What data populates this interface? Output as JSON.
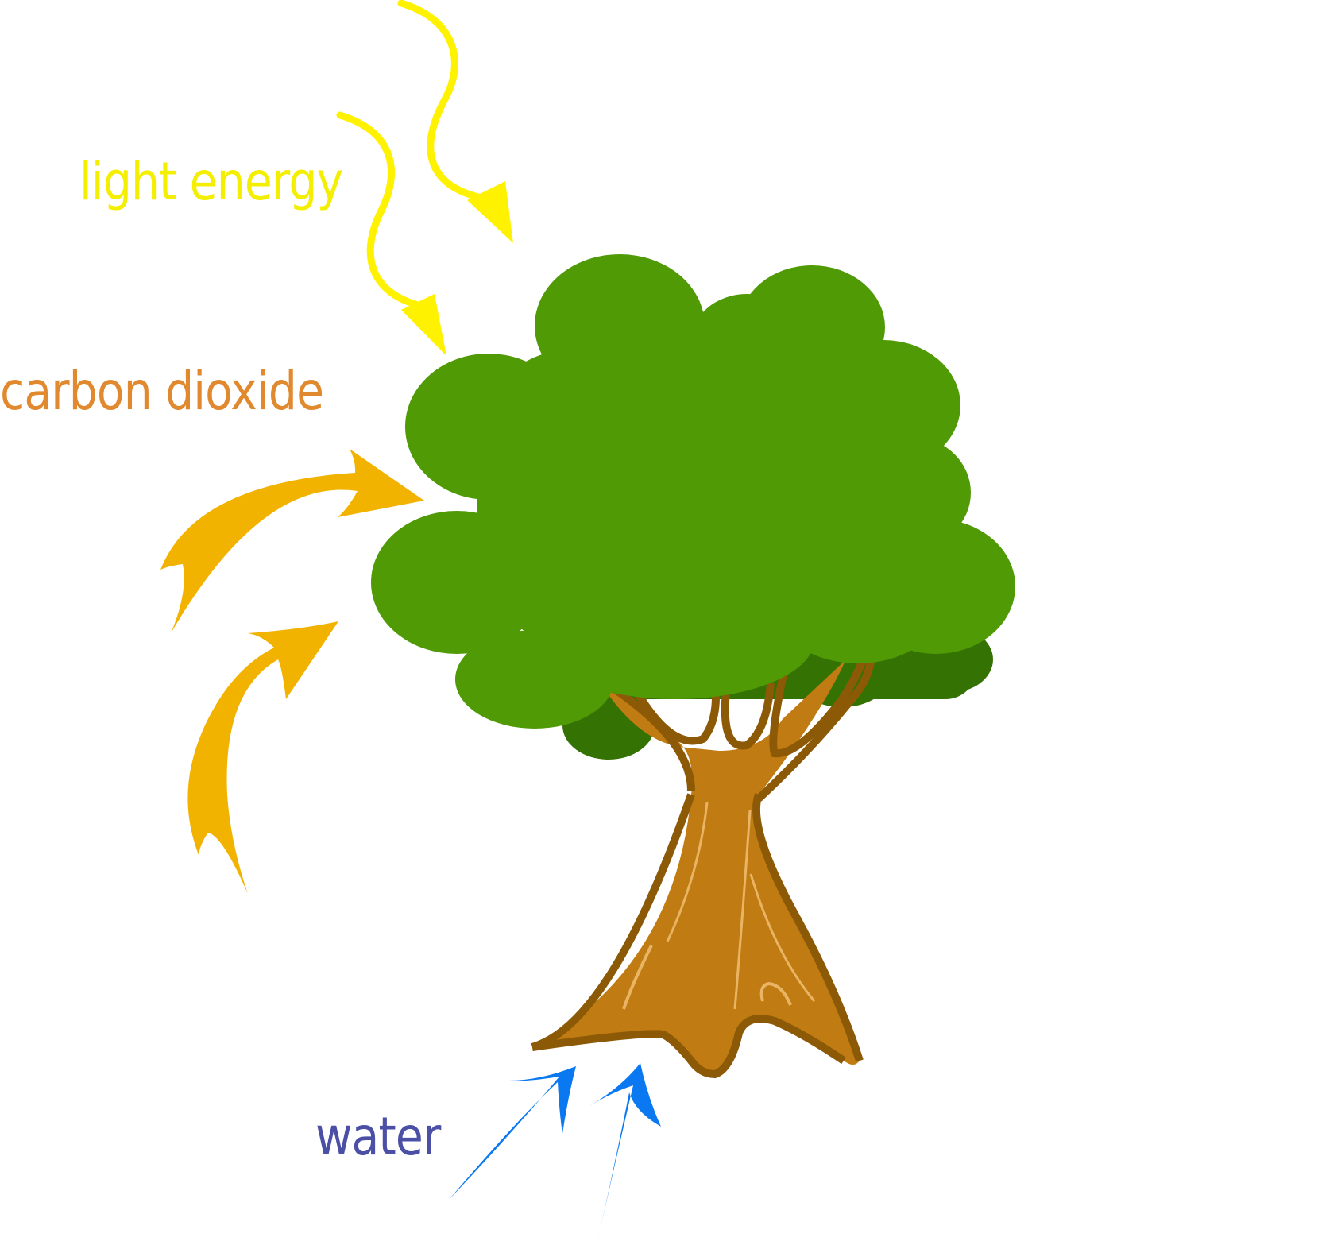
{
  "labels": {
    "light": "light energy",
    "carbon_dioxide": "carbon dioxide",
    "water": "water"
  },
  "colors": {
    "light": "#f4ef00",
    "light_arrow": "#fff200",
    "carbon_dioxide_text": "#e0892f",
    "carbon_dioxide_arrow": "#f2b300",
    "water_text": "#4b4fa6",
    "water_arrow": "#0a78f0",
    "foliage": "#4f9a05",
    "foliage_shadow": "#357204",
    "trunk": "#c07b12",
    "trunk_outline": "#8c5a07",
    "trunk_highlight": "#e9b463"
  },
  "icons": [
    "tree-icon",
    "light-arrow-icon",
    "carbon-dioxide-arrow-icon",
    "water-arrow-icon"
  ]
}
